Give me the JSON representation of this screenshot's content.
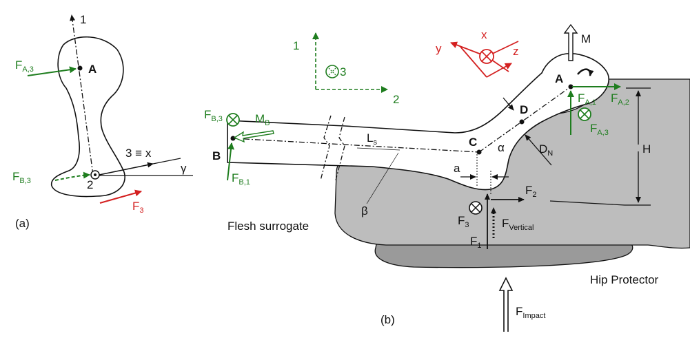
{
  "panel_a": {
    "caption": "(a)",
    "axis1": "1",
    "axis3x": "3 ≡ x",
    "point2": "2",
    "gamma": "γ",
    "pointA": "A",
    "FA3": {
      "main": "F",
      "sub": "A,3"
    },
    "FB3": {
      "main": "F",
      "sub": "B,3"
    },
    "F3": {
      "main": "F",
      "sub": "3"
    }
  },
  "panel_b": {
    "caption": "(b)",
    "axis1": "1",
    "axis2": "2",
    "axis3": "3",
    "x": "x",
    "y": "y",
    "z": "z",
    "M": "M",
    "A": "A",
    "B": "B",
    "C": "C",
    "D": "D",
    "alpha": "α",
    "beta": "β",
    "a": "a",
    "H": "H",
    "DN": {
      "main": "D",
      "sub": "N"
    },
    "Ls": {
      "main": "L",
      "sub": "s"
    },
    "MB": {
      "main": "M",
      "sub": "B"
    },
    "FB3": {
      "main": "F",
      "sub": "B,3"
    },
    "FB1": {
      "main": "F",
      "sub": "B,1"
    },
    "FA1": {
      "main": "F",
      "sub": "A,1"
    },
    "FA2": {
      "main": "F",
      "sub": "A,2"
    },
    "FA3": {
      "main": "F",
      "sub": "A,3"
    },
    "F1": {
      "main": "F",
      "sub": "1"
    },
    "F2": {
      "main": "F",
      "sub": "2"
    },
    "F3": {
      "main": "F",
      "sub": "3"
    },
    "FVertical": {
      "main": "F",
      "sub": "Vertical"
    },
    "FImpact": {
      "main": "F",
      "sub": "Impact"
    },
    "flesh": "Flesh surrogate",
    "hip": "Hip Protector"
  },
  "colors": {
    "green": "#1e7d1e",
    "red": "#d42020",
    "flesh_fill": "#bdbdbd",
    "protector_fill": "#9a9a9a"
  }
}
